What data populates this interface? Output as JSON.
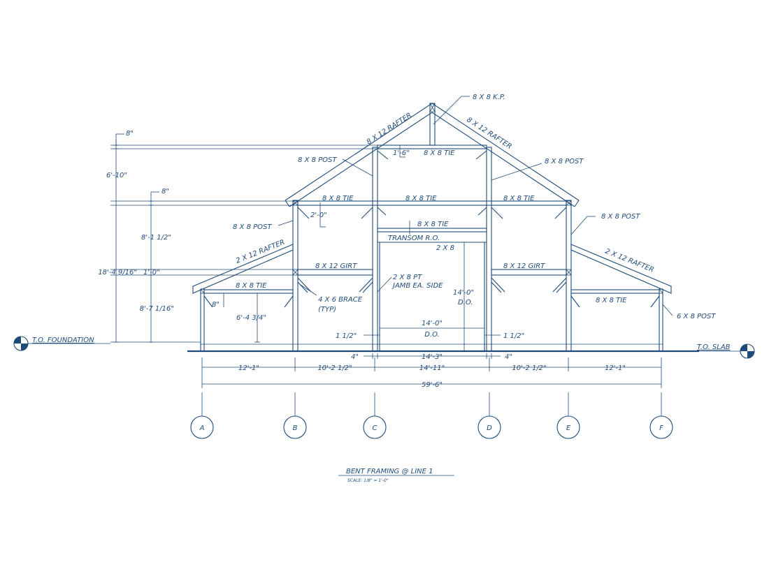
{
  "title": "BENT FRAMING @ LINE 1",
  "scale": "SCALE: 1/8\" = 1'-0\"",
  "levels": {
    "foundation": "T.O. FOUNDATION",
    "slab": "T.O. SLAB"
  },
  "grid": [
    "A",
    "B",
    "C",
    "D",
    "E",
    "F"
  ],
  "members": {
    "kp": "8 X 8 K.P.",
    "rafter_left": "8 X 12 RAFTER",
    "rafter_right": "8 X 12 RAFTER",
    "post_upper_left": "8 X 8 POST",
    "post_upper_right": "8 X 8 POST",
    "tie_top": "8 X 8 TIE",
    "tie_mid_left": "8 X 8 TIE",
    "tie_mid_center": "8 X 8 TIE",
    "tie_mid_right": "8 X 8 TIE",
    "post_mid_left": "8 X 8 POST",
    "post_mid_right": "8 X 8 POST",
    "tie_transom": "8 X 8 TIE",
    "transom": "TRANSOM R.O.",
    "header": "2 X 8",
    "shed_rafter_left": "2 X 12 RAFTER",
    "shed_rafter_right": "2 X 12 RAFTER",
    "girt_left": "8 X 12 GIRT",
    "girt_right": "8 X 12 GIRT",
    "shed_tie_left": "8 X 8 TIE",
    "shed_tie_right": "8 X 8 TIE",
    "jamb_1": "2 X 8 PT",
    "jamb_2": "JAMB EA. SIDE",
    "brace_1": "4 X 6 BRACE",
    "brace_2": "(TYP)",
    "post_6x8": "6 X 8 POST"
  },
  "dims": {
    "d8a": "8\"",
    "d610": "6'-10\"",
    "d8b": "8\"",
    "d8112": "8'-1 1/2\"",
    "d18": "18'-4 9/16\"",
    "d10": "1'-0\"",
    "d87": "8'-7 1/16\"",
    "d8c": "8\"",
    "d643": "6'-4 3/4\"",
    "d16": "1'-6\"",
    "d20": "2'-0\"",
    "d140v": "14'-0\"",
    "do1": "D.O.",
    "d140h": "14'-0\"",
    "do2": "D.O.",
    "d112l": "1 1/2\"",
    "d112r": "1 1/2\"",
    "d4l": "4\"",
    "d143": "14'-3\"",
    "d4r": "4\"",
    "s1": "12'-1\"",
    "s2": "10'-2 1/2\"",
    "s3": "14'-11\"",
    "s4": "10'-2 1/2\"",
    "s5": "12'-1\"",
    "total": "59'-6\""
  }
}
